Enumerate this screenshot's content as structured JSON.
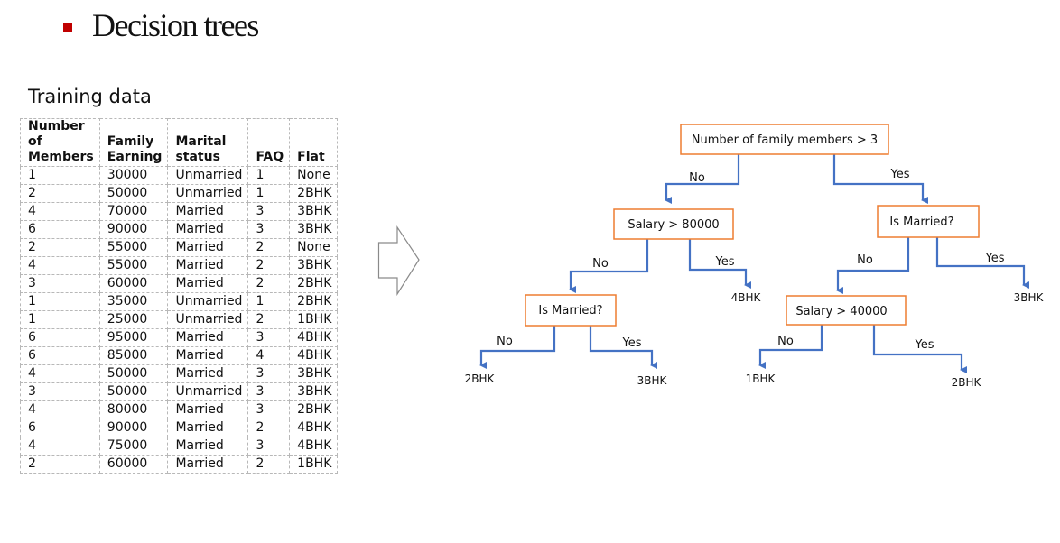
{
  "slide": {
    "title": "Decision trees",
    "accent_color": "#c00000"
  },
  "table": {
    "caption": "Training data",
    "headers": [
      "Number of Members",
      "Family Earning",
      "Marital status",
      "FAQ",
      "Flat"
    ],
    "header_lines": [
      [
        "Number",
        "of",
        "Members"
      ],
      [
        "Family",
        "Earning"
      ],
      [
        "Marital",
        "status"
      ],
      [
        "FAQ"
      ],
      [
        "Flat"
      ]
    ],
    "rows": [
      [
        "1",
        "30000",
        "Unmarried",
        "1",
        "None"
      ],
      [
        "2",
        "50000",
        "Unmarried",
        "1",
        "2BHK"
      ],
      [
        "4",
        "70000",
        "Married",
        "3",
        "3BHK"
      ],
      [
        "6",
        "90000",
        "Married",
        "3",
        "3BHK"
      ],
      [
        "2",
        "55000",
        "Married",
        "2",
        "None"
      ],
      [
        "4",
        "55000",
        "Married",
        "2",
        "3BHK"
      ],
      [
        "3",
        "60000",
        "Married",
        "2",
        "2BHK"
      ],
      [
        "1",
        "35000",
        "Unmarried",
        "1",
        "2BHK"
      ],
      [
        "1",
        "25000",
        "Unmarried",
        "2",
        "1BHK"
      ],
      [
        "6",
        "95000",
        "Married",
        "3",
        "4BHK"
      ],
      [
        "6",
        "85000",
        "Married",
        "4",
        "4BHK"
      ],
      [
        "4",
        "50000",
        "Married",
        "3",
        "3BHK"
      ],
      [
        "3",
        "50000",
        "Unmarried",
        "3",
        "3BHK"
      ],
      [
        "4",
        "80000",
        "Married",
        "3",
        "2BHK"
      ],
      [
        "6",
        "90000",
        "Married",
        "2",
        "4BHK"
      ],
      [
        "4",
        "75000",
        "Married",
        "3",
        "4BHK"
      ],
      [
        "2",
        "60000",
        "Married",
        "2",
        "1BHK"
      ]
    ]
  },
  "tree": {
    "node_border_color": "#ed7d31",
    "edge_color": "#4472c4",
    "nodes": {
      "root": "Number of family members > 3",
      "salary_80000": "Salary > 80000",
      "is_married_right": "Is Married?",
      "is_married_left": "Is Married?",
      "salary_40000": "Salary > 40000"
    },
    "edges": {
      "root_no": "No",
      "root_yes": "Yes",
      "salary80_no": "No",
      "salary80_yes": "Yes",
      "married_right_no": "No",
      "married_right_yes": "Yes",
      "married_left_no": "No",
      "married_left_yes": "Yes",
      "salary40_no": "No",
      "salary40_yes": "Yes"
    },
    "leaves": {
      "salary80_yes": "4BHK",
      "married_right_yes": "3BHK",
      "married_left_no": "2BHK",
      "married_left_yes": "3BHK",
      "salary40_no": "1BHK",
      "salary40_yes": "2BHK"
    }
  }
}
